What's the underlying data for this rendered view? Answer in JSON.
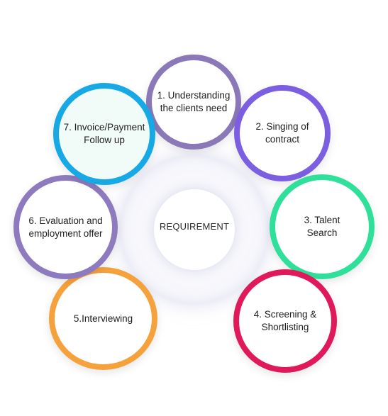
{
  "hub": {
    "label": "REQUIREMENT"
  },
  "steps": [
    {
      "label": "1. Understanding\nthe clients need",
      "color": "#8a78b8"
    },
    {
      "label": "2. Singing of\ncontract",
      "color": "#7b5fe0"
    },
    {
      "label": "3. Talent\nSearch",
      "color": "#2ee09a"
    },
    {
      "label": "4. Screening &\nShortlisting",
      "color": "#e0195a"
    },
    {
      "label": "5.Interviewing",
      "color": "#f5a23c"
    },
    {
      "label": "6. Evaluation and\nemployment offer",
      "color": "#8e7bbf"
    },
    {
      "label": "7. Invoice/Payment\nFollow up",
      "color": "#16a9e6"
    }
  ]
}
